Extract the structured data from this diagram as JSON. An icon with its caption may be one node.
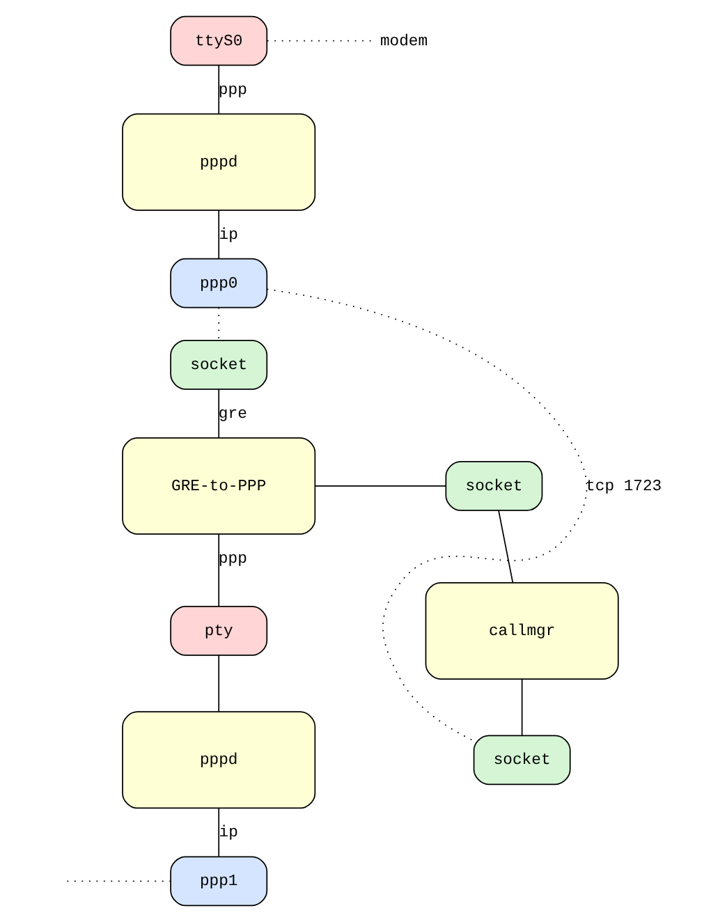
{
  "diagram": {
    "nodes": [
      {
        "text": [
          "ttyS0"
        ]
      },
      {
        "text": [
          "modem"
        ]
      },
      {
        "text": [
          "pppd"
        ]
      },
      {
        "text": [
          "ppp0"
        ]
      },
      {
        "text": [
          "socket"
        ]
      },
      {
        "text": [
          "GRE-to-PPP"
        ]
      },
      {
        "text": [
          "socket"
        ]
      },
      {
        "text": [
          "callmgr"
        ]
      },
      {
        "text": [
          "pty"
        ]
      },
      {
        "text": [
          "socket"
        ]
      },
      {
        "text": [
          "pppd"
        ]
      },
      {
        "text": [
          "ppp1"
        ]
      }
    ],
    "edges": [
      {
        "from": 0,
        "to": 1,
        "arrow": "none",
        "style": "dashed"
      },
      {
        "from": 0,
        "to": 2,
        "arrow": "none",
        "label": "ppp"
      },
      {
        "from": 2,
        "to": 3,
        "arrow": "none",
        "label": "ip"
      },
      {
        "from": 3,
        "to": 4,
        "arrow": "none",
        "style": "dashed"
      },
      {
        "from": 3,
        "to": 9,
        "arrow": "none",
        "style": "dashed",
        "label": "tcp 1723"
      },
      {
        "from": 4,
        "to": 5,
        "arrow": "none",
        "label": "gre"
      },
      {
        "from": 5,
        "to": 6,
        "arrow": "none"
      },
      {
        "from": 6,
        "to": 7,
        "arrow": "none"
      },
      {
        "from": 5,
        "to": 8,
        "arrow": "none",
        "label": "ppp"
      },
      {
        "from": 7,
        "to": 9,
        "arrow": "none"
      },
      {
        "from": 8,
        "to": 10,
        "arrow": "none"
      },
      {
        "from": 10,
        "to": 11,
        "arrow": "none",
        "label": "ip"
      },
      {
        "from": null,
        "to": 11,
        "arrow": "none",
        "style": "dashed"
      }
    ]
  }
}
